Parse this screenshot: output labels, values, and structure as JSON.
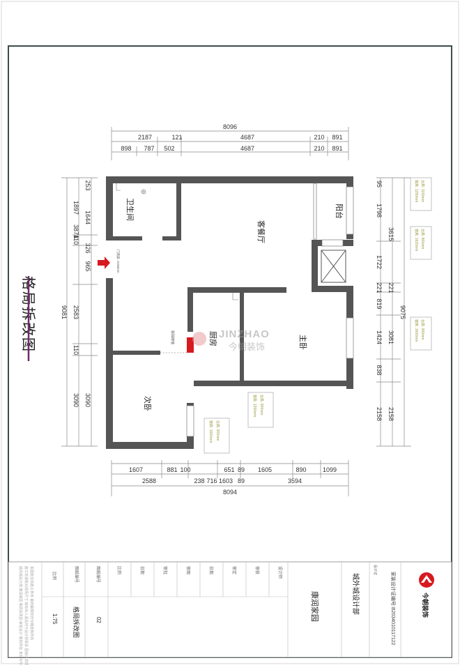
{
  "drawing_title": "格局拆改图",
  "watermark": {
    "brand_en": "JINZHAO",
    "brand_cn": "今朝装饰"
  },
  "rooms": {
    "bathroom": "卫生间",
    "living_dining": "客餐厅",
    "balcony": "阳台",
    "kitchen": "厨房",
    "master_bedroom": "主卧",
    "second_bedroom": "次卧"
  },
  "notes": {
    "ceiling_height": "门洞高: 2150mm",
    "demolish_wall": "拆除砌墙"
  },
  "window_tags": [
    {
      "line1": "窗高: 1250mm",
      "line2": "台高: 1150mm"
    },
    {
      "line1": "窗高: 1620mm",
      "line2": "台高: 800mm"
    },
    {
      "line1": "窗高: 1600mm",
      "line2": "台高: 900mm"
    },
    {
      "line1": "窗高: 1250mm",
      "line2": "台高: 900mm"
    },
    {
      "line1": "窗高: 1600mm",
      "line2": "台高: 900mm"
    }
  ],
  "dimensions": {
    "top_total": "8096",
    "top_row1": [
      "2187",
      "121",
      "4687",
      "210",
      "891"
    ],
    "top_row2": [
      "898",
      "787",
      "502",
      "4687",
      "210",
      "891"
    ],
    "bottom_row1": [
      "1607",
      "881",
      "100",
      "651",
      "89",
      "1605",
      "890",
      "1099"
    ],
    "bottom_row2": [
      "2588",
      "238",
      "716",
      "1603",
      "89",
      "3594"
    ],
    "bottom_total": "8094",
    "left_total": "9081",
    "left_col1": [
      "3874",
      "110",
      "2583",
      "110"
    ],
    "left_col2": [
      "253",
      "1644",
      "326",
      "965",
      "1897",
      "3090",
      "3090"
    ],
    "right_total": "9075",
    "right_col1": [
      "95",
      "1798",
      "1722",
      "221",
      "819",
      "1424",
      "838",
      "2158"
    ],
    "right_col2": [
      "3615",
      "221",
      "3081",
      "2158"
    ]
  },
  "title_block": {
    "column_headers": [
      "设计师",
      "审核",
      "审定",
      "日期",
      "审图",
      "审批",
      "日期",
      "比例",
      "图纸编号",
      "图纸编号"
    ],
    "scale_label": "比例",
    "scale_value": "1:75",
    "sheet_name_label": "图纸名称",
    "sheet_name_value": "格局拆改图",
    "sheet_no_label": "图纸编号",
    "sheet_no_value": "02",
    "project_name": "康润家园",
    "department": "城外城设计部",
    "license_label": "设计证",
    "license_no": "家装设计证编号:B2034010117122",
    "company_name": "今朝装饰"
  }
}
